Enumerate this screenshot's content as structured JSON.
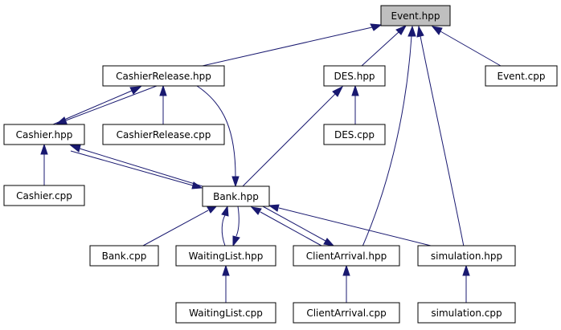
{
  "graph": {
    "nodes": [
      {
        "id": "event_hpp",
        "label": "Event.hpp",
        "root": true
      },
      {
        "id": "cashierrelease_hpp",
        "label": "CashierRelease.hpp"
      },
      {
        "id": "des_hpp",
        "label": "DES.hpp"
      },
      {
        "id": "event_cpp",
        "label": "Event.cpp"
      },
      {
        "id": "cashier_hpp",
        "label": "Cashier.hpp"
      },
      {
        "id": "cashierrelease_cpp",
        "label": "CashierRelease.cpp"
      },
      {
        "id": "des_cpp",
        "label": "DES.cpp"
      },
      {
        "id": "cashier_cpp",
        "label": "Cashier.cpp"
      },
      {
        "id": "bank_hpp",
        "label": "Bank.hpp"
      },
      {
        "id": "bank_cpp",
        "label": "Bank.cpp"
      },
      {
        "id": "waitinglist_hpp",
        "label": "WaitingList.hpp"
      },
      {
        "id": "clientarrival_hpp",
        "label": "ClientArrival.hpp"
      },
      {
        "id": "simulation_hpp",
        "label": "simulation.hpp"
      },
      {
        "id": "waitinglist_cpp",
        "label": "WaitingList.cpp"
      },
      {
        "id": "clientarrival_cpp",
        "label": "ClientArrival.cpp"
      },
      {
        "id": "simulation_cpp",
        "label": "simulation.cpp"
      }
    ],
    "edges": [
      {
        "from": "cashierrelease_hpp",
        "to": "event_hpp"
      },
      {
        "from": "des_hpp",
        "to": "event_hpp"
      },
      {
        "from": "event_cpp",
        "to": "event_hpp"
      },
      {
        "from": "clientarrival_hpp",
        "to": "event_hpp"
      },
      {
        "from": "simulation_hpp",
        "to": "event_hpp"
      },
      {
        "from": "cashier_hpp",
        "to": "cashierrelease_hpp"
      },
      {
        "from": "cashierrelease_hpp",
        "to": "cashier_hpp"
      },
      {
        "from": "cashierrelease_cpp",
        "to": "cashierrelease_hpp"
      },
      {
        "from": "cashierrelease_hpp",
        "to": "bank_hpp"
      },
      {
        "from": "des_cpp",
        "to": "des_hpp"
      },
      {
        "from": "bank_hpp",
        "to": "des_hpp"
      },
      {
        "from": "cashier_cpp",
        "to": "cashier_hpp"
      },
      {
        "from": "bank_hpp",
        "to": "cashier_hpp"
      },
      {
        "from": "cashier_hpp",
        "to": "bank_hpp"
      },
      {
        "from": "bank_cpp",
        "to": "bank_hpp"
      },
      {
        "from": "waitinglist_hpp",
        "to": "bank_hpp"
      },
      {
        "from": "bank_hpp",
        "to": "waitinglist_hpp"
      },
      {
        "from": "clientarrival_hpp",
        "to": "bank_hpp"
      },
      {
        "from": "bank_hpp",
        "to": "clientarrival_hpp"
      },
      {
        "from": "simulation_hpp",
        "to": "bank_hpp"
      },
      {
        "from": "waitinglist_cpp",
        "to": "waitinglist_hpp"
      },
      {
        "from": "clientarrival_cpp",
        "to": "clientarrival_hpp"
      },
      {
        "from": "simulation_cpp",
        "to": "simulation_hpp"
      }
    ]
  }
}
